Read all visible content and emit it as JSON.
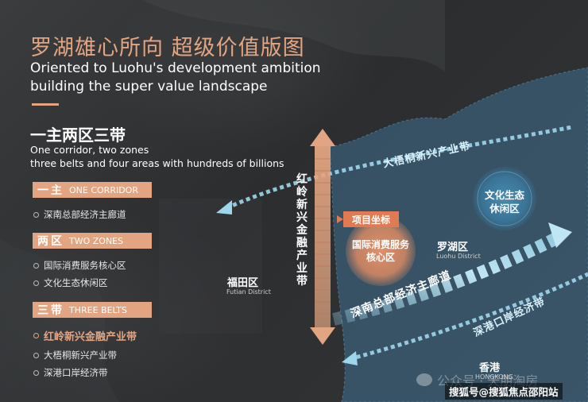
{
  "title": {
    "cn": "罗湖雄心所向 超级价值版图",
    "en_line1": "Oriented to Luohu's development ambition",
    "en_line2": "building the super value landscape"
  },
  "subtitle": {
    "cn": "一主两区三带",
    "en_line1": "One corridor, two zones",
    "en_line2": "three belts and four areas with hundreds of billions"
  },
  "sections": [
    {
      "cn": "一主",
      "en": "ONE CORRIDOR",
      "items": [
        "深南总部经济主廊道"
      ]
    },
    {
      "cn": "两区",
      "en": "TWO ZONES",
      "items": [
        "国际消费服务核心区",
        "文化生态休闲区"
      ]
    },
    {
      "cn": "三带",
      "en": "THREE BELTS",
      "items": [
        "红岭新兴金融产业带",
        "大梧桐新兴产业带",
        "深港口岸经济带"
      ]
    }
  ],
  "map": {
    "hongling_belt": "红岭新兴金融产业带",
    "datong_belt": "大梧桐新兴产业带",
    "corridor": "深南总部经济主廊道",
    "port_belt": "深港口岸经济带",
    "project_tag": "项目坐标",
    "consumption_zone": "国际消费服务核心区",
    "culture_zone": "文化生态休闲区",
    "futian_cn": "福田区",
    "futian_en": "Futian District",
    "luohu_cn": "罗湖区",
    "luohu_en": "Luohu District",
    "hongkong_cn": "香港",
    "hongkong_en": "HONGKONG"
  },
  "watermarks": {
    "wechat": "公众号 · 天朋淘房",
    "sohu": "搜狐号@搜狐焦点邵阳站"
  },
  "colors": {
    "accent": "#e3a581",
    "belt_blue": "#9ed6ec",
    "zone_blue": "#5a9fc0",
    "region_fill": "#3f6f8f"
  }
}
